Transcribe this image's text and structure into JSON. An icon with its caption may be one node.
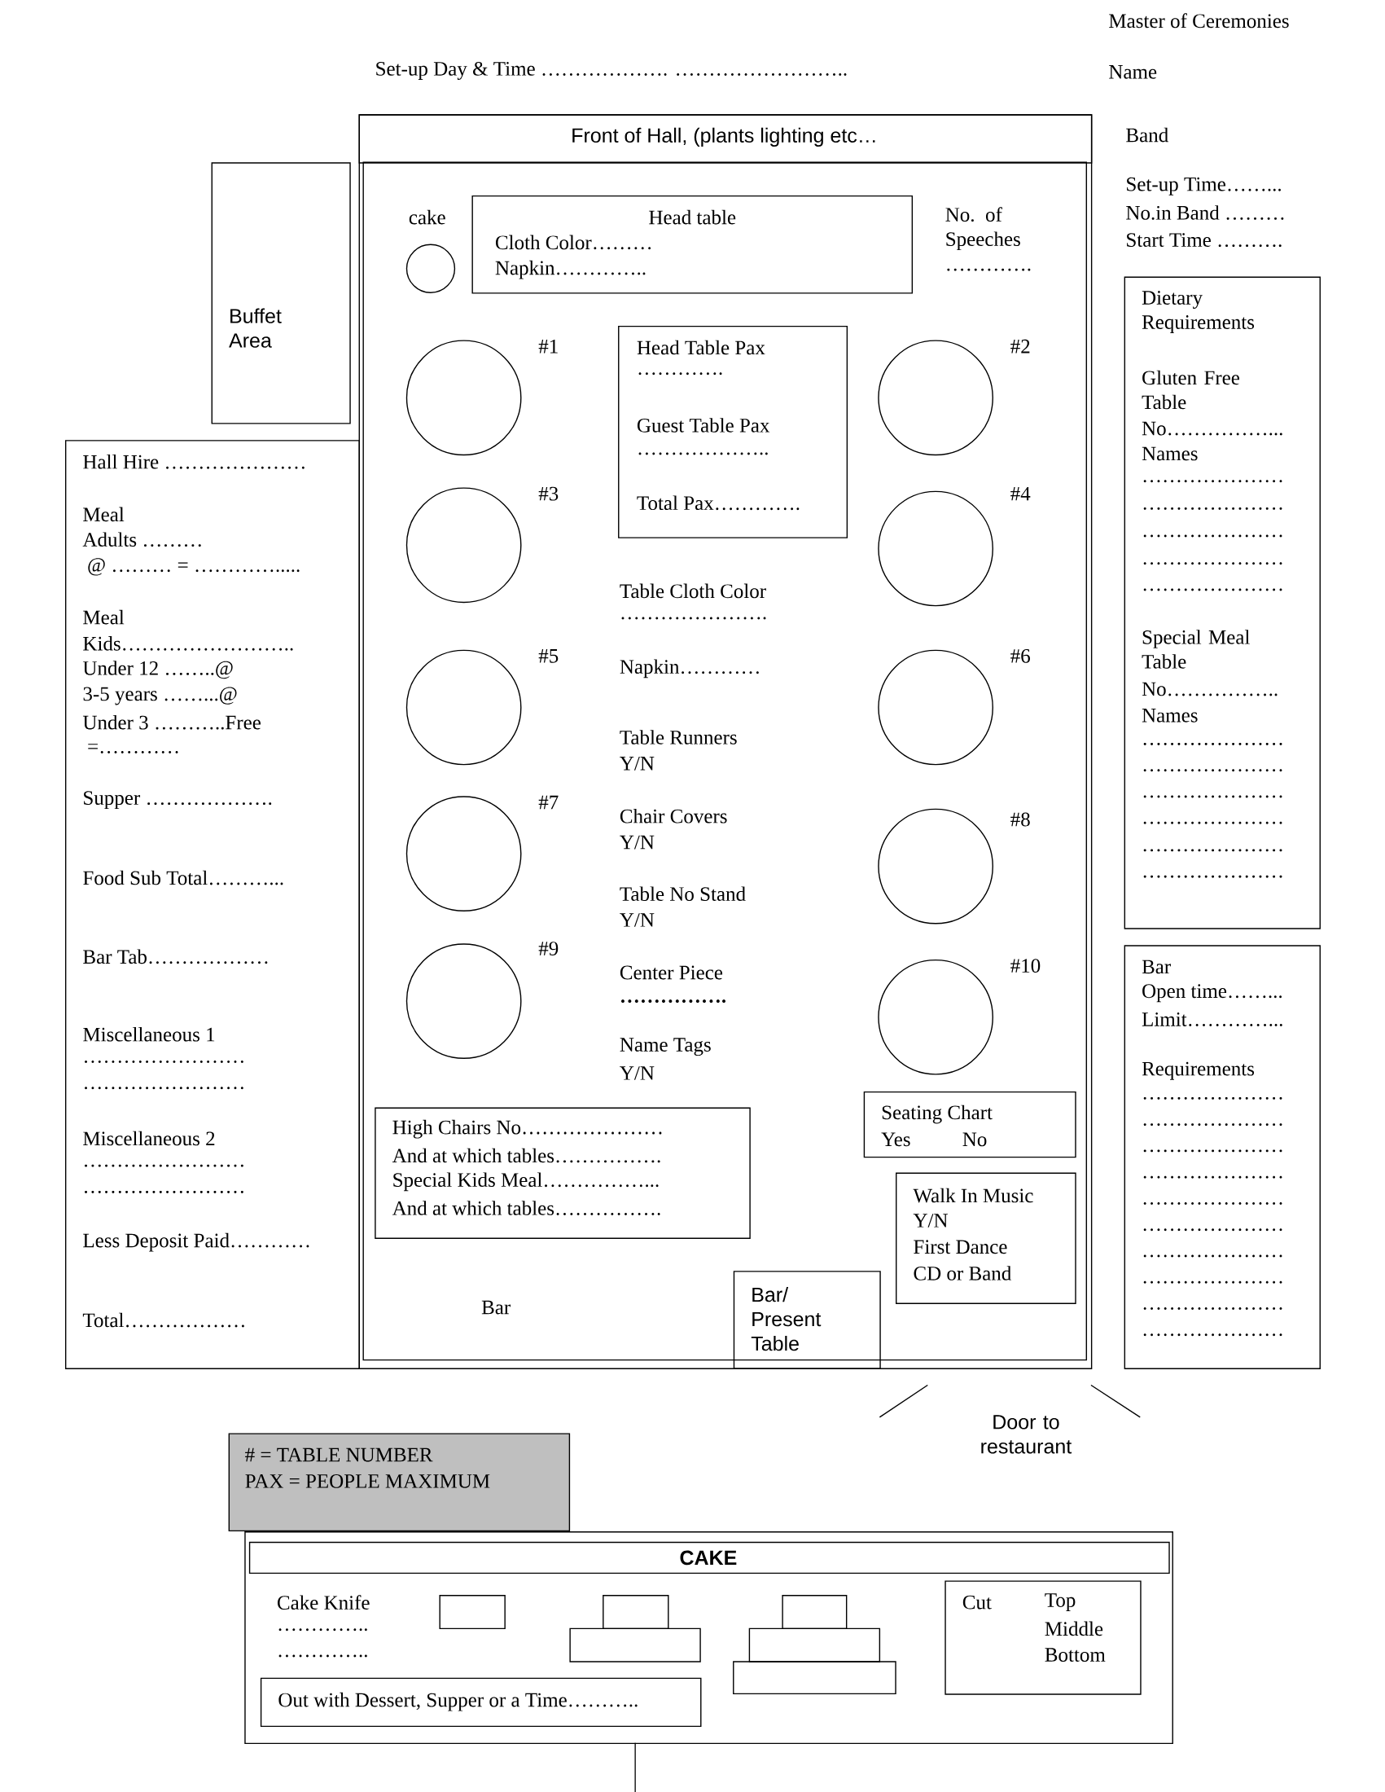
{
  "diagram": {
    "nodes": [
      {
        "text": [],
        "shape": "box"
      },
      {
        "text": [
          "Front of Hall, (plants lighting etc…"
        ],
        "in": 0
      },
      {
        "text": [
          "Buffet Area"
        ]
      },
      {
        "text": [
          "Hall Hire …………………",
          "Meal",
          "Adults ………",
          "@ ……… = ………….....",
          "Meal",
          "Kids……………………..",
          "Under 12 ……..@",
          "3-5 years ……...@",
          "Under 3 ………..Free",
          "=…………",
          "Supper ……………….",
          "Food Sub Total………...",
          "Bar Tab………………",
          "Miscellaneous 1",
          "……………………",
          "……………………",
          "Miscellaneous 2",
          "……………………",
          "……………………",
          "Less Deposit Paid…………",
          "Total………………"
        ]
      },
      {
        "text": [],
        "shape": "circle",
        "beside": [
          "cake"
        ],
        "in": 0
      },
      {
        "text": [
          "Head table",
          "Cloth Color………",
          "Napkin………….."
        ],
        "in": 0
      },
      {
        "text": [
          "Head Table Pax",
          "………….",
          "Guest Table Pax",
          "………………..",
          "Total Pax…………."
        ],
        "in": 0
      },
      {
        "text": [],
        "shape": "circle",
        "beside": [
          "#1"
        ],
        "in": 0
      },
      {
        "text": [],
        "shape": "circle",
        "beside": [
          "#2"
        ],
        "in": 0
      },
      {
        "text": [],
        "shape": "circle",
        "beside": [
          "#3"
        ],
        "in": 0
      },
      {
        "text": [],
        "shape": "circle",
        "beside": [
          "#4"
        ],
        "in": 0
      },
      {
        "text": [],
        "shape": "circle",
        "beside": [
          "#5"
        ],
        "in": 0
      },
      {
        "text": [],
        "shape": "circle",
        "beside": [
          "#6"
        ],
        "in": 0
      },
      {
        "text": [],
        "shape": "circle",
        "beside": [
          "#7"
        ],
        "in": 0
      },
      {
        "text": [],
        "shape": "circle",
        "beside": [
          "#8"
        ],
        "in": 0
      },
      {
        "text": [],
        "shape": "circle",
        "beside": [
          "#9"
        ],
        "in": 0
      },
      {
        "text": [],
        "shape": "circle",
        "beside": [
          "#10"
        ],
        "in": 0
      },
      {
        "text": [
          "High Chairs No…………………",
          "And at which tables…………….",
          "Special Kids Meal……………...",
          "And at which tables……………."
        ],
        "in": 0
      },
      {
        "text": [
          "Seating Chart",
          "Yes",
          "No"
        ],
        "in": 0
      },
      {
        "text": [
          "Walk In Music",
          "Y/N",
          "First Dance",
          "CD or Band"
        ],
        "in": 0
      },
      {
        "text": [
          "Bar/ Present Table"
        ],
        "in": 0
      },
      {
        "text": [
          "Dietary Requirements",
          "Gluten Free Table",
          "No……………...",
          "Names",
          "…………………",
          "…………………",
          "…………………",
          "…………………",
          "…………………",
          "Special Meal Table",
          "No……………..",
          "Names",
          "…………………",
          "…………………",
          "…………………",
          "…………………",
          "…………………",
          "…………………"
        ]
      },
      {
        "text": [
          "Bar",
          "Open time……...",
          "Limit…………...",
          "Requirements",
          "…………………",
          "…………………",
          "…………………",
          "…………………",
          "…………………",
          "…………………",
          "…………………",
          "…………………",
          "…………………",
          "…………………"
        ]
      },
      {
        "text": [
          "# = TABLE NUMBER",
          "PAX = PEOPLE MAXIMUM"
        ]
      },
      {
        "text": [],
        "shape": "box"
      },
      {
        "text": [
          "CAKE"
        ],
        "in": 24
      },
      {
        "text": [
          "Cut",
          "Top",
          "Middle",
          "Bottom"
        ],
        "in": 24
      },
      {
        "text": [
          "Out with Dessert, Supper or a Time……….."
        ],
        "in": 24
      }
    ],
    "labels": [
      "Master of Ceremonies",
      "Set-up Day & Time ………………. ……………………..",
      "Name",
      "Band",
      "Set-up Time……...",
      "No.in Band ………",
      "Start Time ……….",
      "No. of Speeches",
      "………….",
      "Table Cloth Color",
      "………………….",
      "Napkin…………",
      "Table Runners",
      "Y/N",
      "Chair Covers",
      "Y/N",
      "Table No Stand",
      "Y/N",
      "Center Piece",
      "…………….",
      "Name Tags",
      "Y/N",
      "Bar",
      "Door to restaurant",
      "Cake Knife",
      "…………..",
      "………….."
    ]
  }
}
